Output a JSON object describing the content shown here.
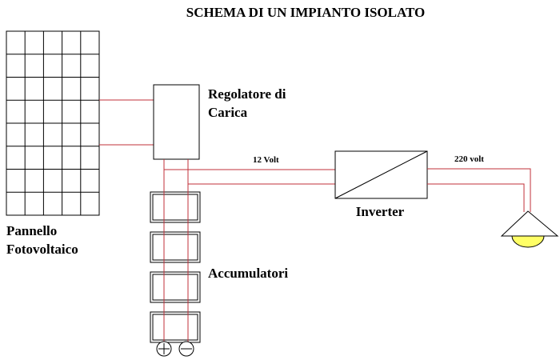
{
  "diagram": {
    "title": "SCHEMA DI UN IMPIANTO ISOLATO",
    "panel": {
      "label_line1": "Pannello",
      "label_line2": "Fotovoltaico",
      "rows": 8,
      "cols": 5
    },
    "regulator": {
      "label_line1": "Regolatore di",
      "label_line2": "Carica"
    },
    "batteries": {
      "label": "Accumulatori",
      "count": 4
    },
    "dc_voltage_label": "12 Volt",
    "inverter": {
      "label": "Inverter"
    },
    "ac_voltage_label": "220 volt",
    "colors": {
      "wire": "#c0303a",
      "outline": "#000000",
      "bulb": "#ffff66",
      "background": "#ffffff"
    }
  }
}
